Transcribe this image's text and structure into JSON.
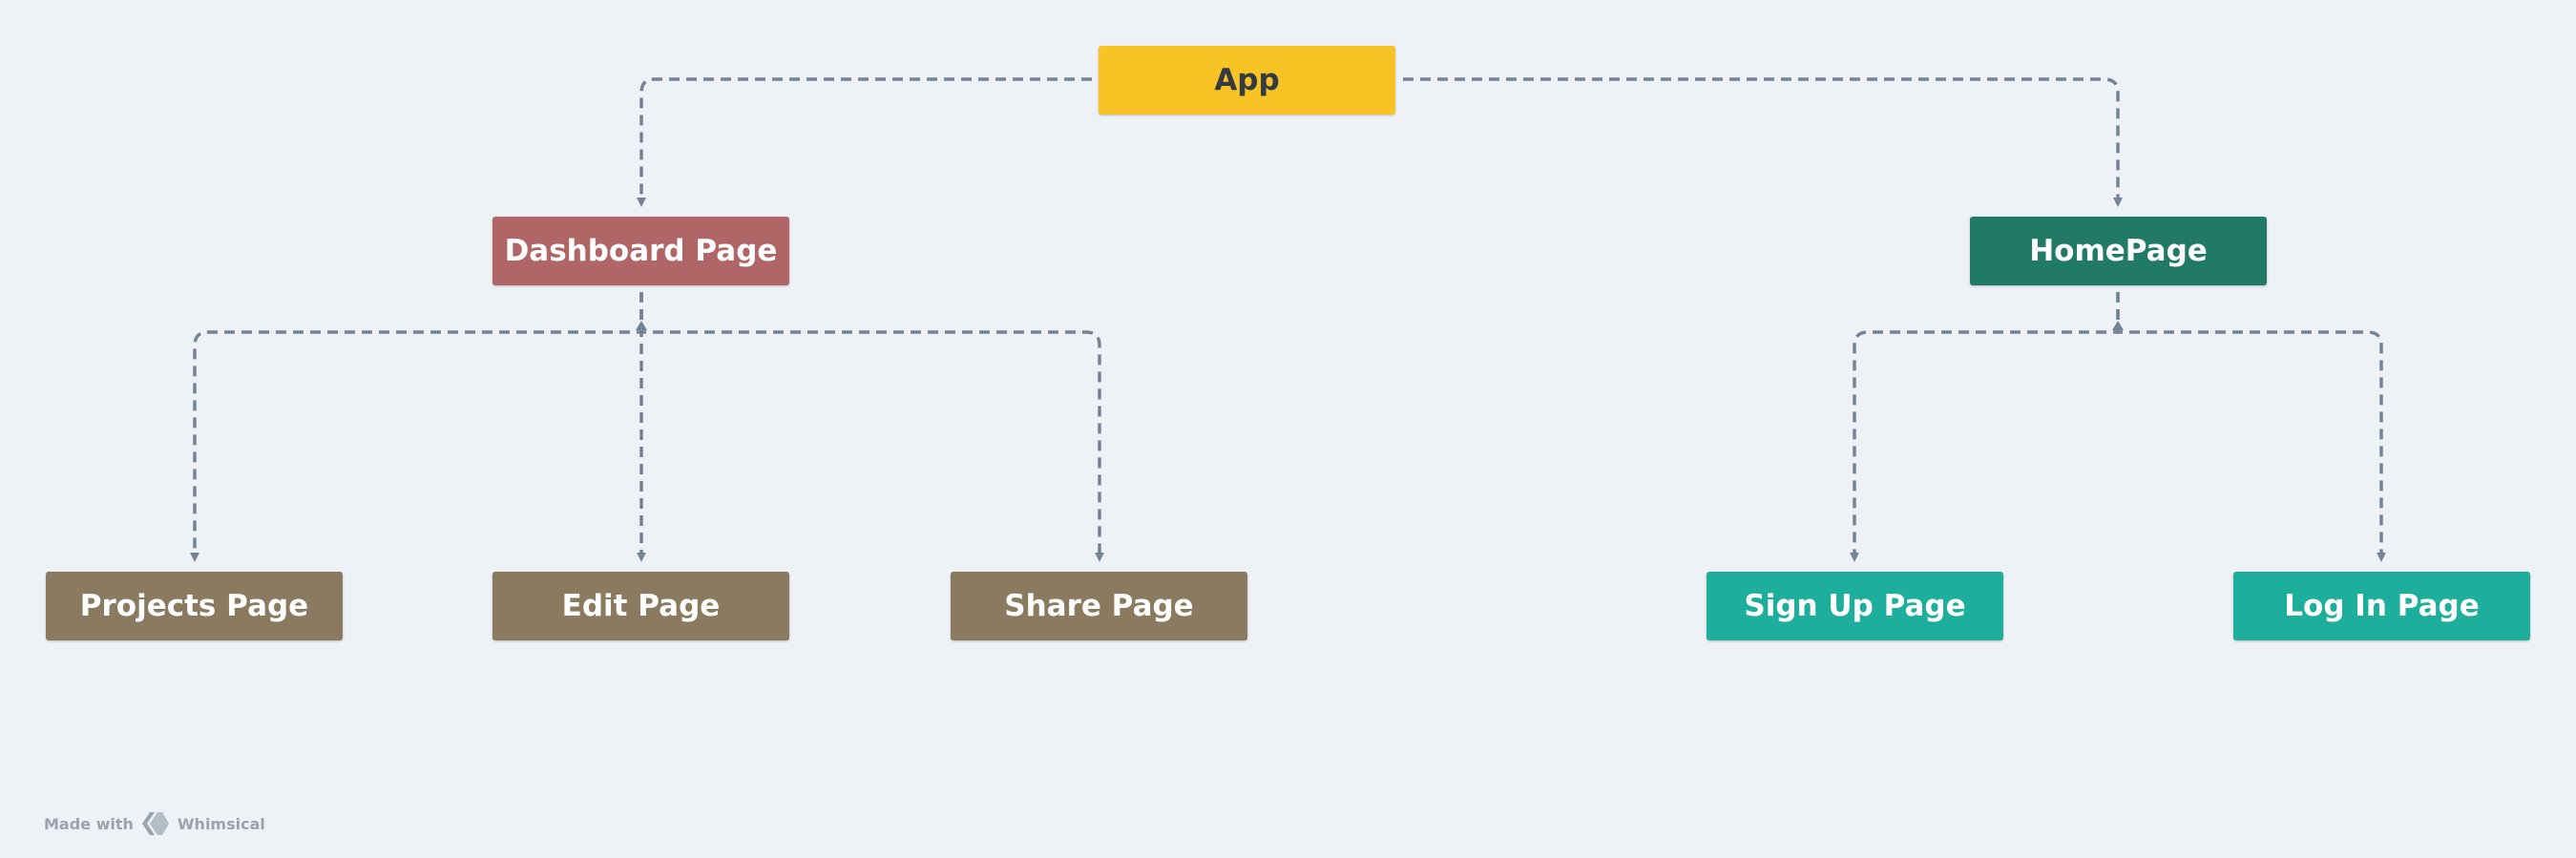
{
  "diagram": {
    "nodes": {
      "app": "App",
      "dashboard": "Dashboard Page",
      "home": "HomePage",
      "projects": "Projects Page",
      "edit": "Edit Page",
      "share": "Share Page",
      "signup": "Sign Up Page",
      "login": "Log In Page"
    },
    "edges": [
      {
        "from": "app",
        "to": "dashboard"
      },
      {
        "from": "app",
        "to": "home"
      },
      {
        "from": "dashboard",
        "to": "projects"
      },
      {
        "from": "dashboard",
        "to": "edit"
      },
      {
        "from": "dashboard",
        "to": "share"
      },
      {
        "from": "home",
        "to": "signup"
      },
      {
        "from": "home",
        "to": "login"
      }
    ],
    "colors": {
      "background": "#eef2f6",
      "connector": "#758396",
      "app": "#f8c325",
      "dashboard": "#b06566",
      "home": "#217a66",
      "dashboard_children": "#8a7a5f",
      "home_children": "#1daf9c"
    }
  },
  "footer": {
    "made_with": "Made with",
    "brand": "Whimsical",
    "icon": "whimsical-logo-icon"
  }
}
